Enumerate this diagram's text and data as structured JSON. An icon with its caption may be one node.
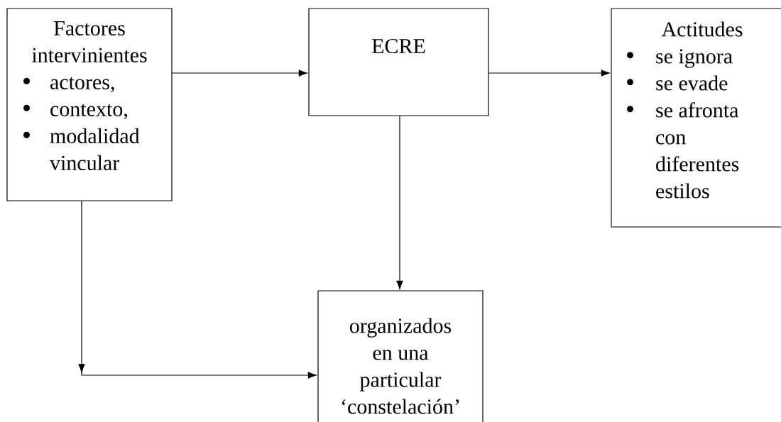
{
  "diagram": {
    "nodes": [
      {
        "text": [
          "Factores intervinientes",
          "actores,",
          "contexto,",
          "modalidad vincular"
        ]
      },
      {
        "text": [
          "ECRE"
        ]
      },
      {
        "text": [
          "Actitudes",
          "se ignora",
          "se evade",
          "se afronta con diferentes estilos"
        ]
      },
      {
        "text": [
          "organizados en una particular ‘constelación’"
        ]
      }
    ],
    "edges": [
      {
        "from": 0,
        "to": 1,
        "arrow": "to"
      },
      {
        "from": 1,
        "to": 2,
        "arrow": "to"
      },
      {
        "from": 1,
        "to": 3,
        "arrow": "to"
      },
      {
        "from": 0,
        "to": 3,
        "arrow": "to"
      }
    ]
  }
}
